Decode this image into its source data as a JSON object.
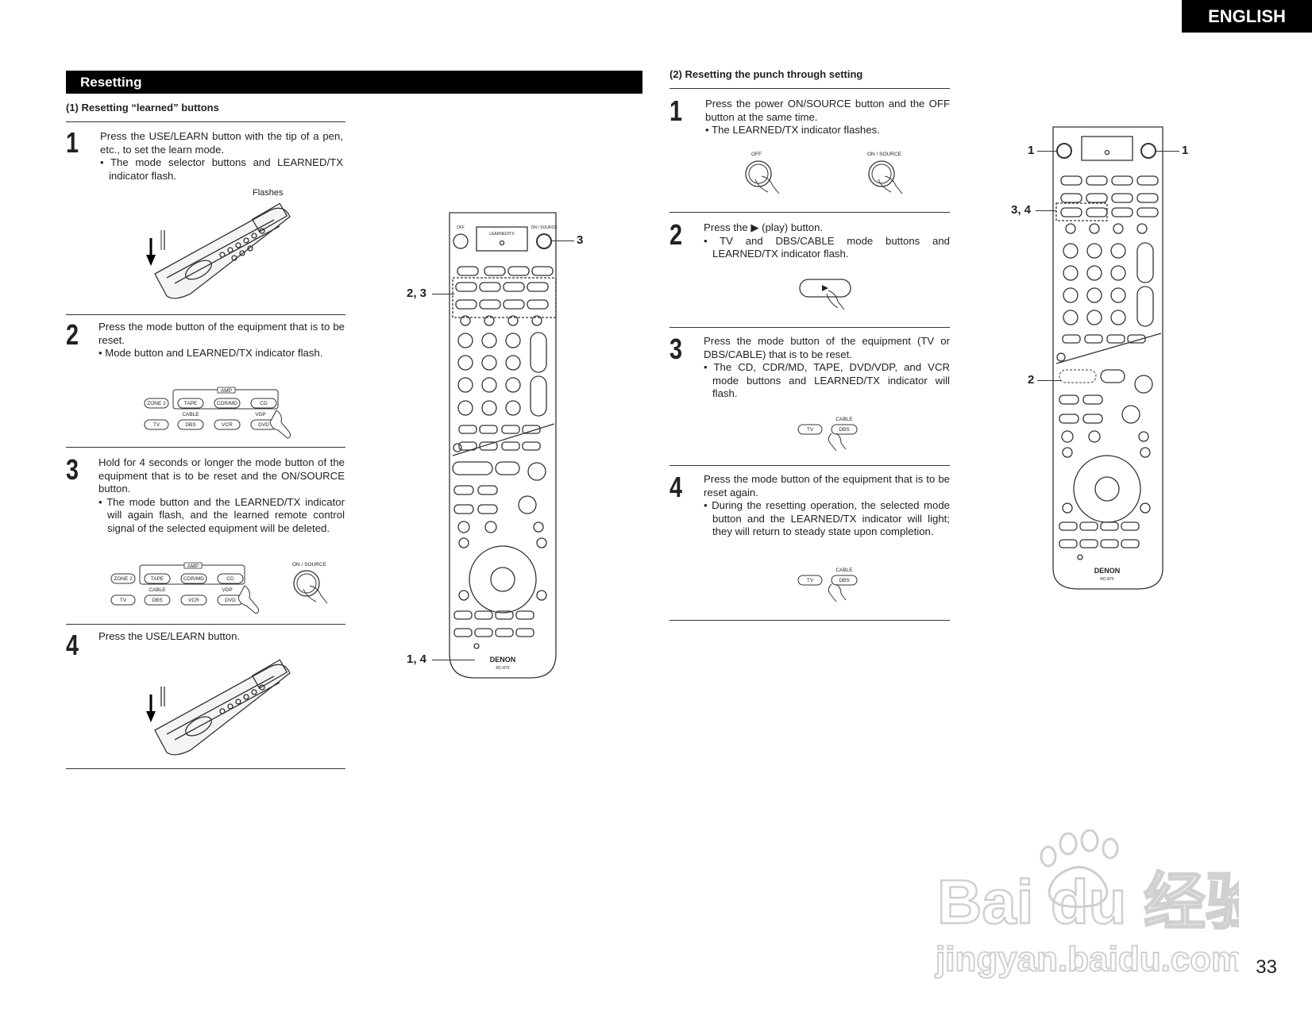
{
  "header": {
    "language_tab": "ENGLISH"
  },
  "section": {
    "title": "Resetting"
  },
  "left": {
    "subheading": "(1) Resetting “learned” buttons",
    "steps": [
      {
        "num": "1",
        "text": "Press the USE/LEARN button with the tip of a pen, etc., to set the learn mode.",
        "bullet": "• The mode selector buttons and LEARNED/TX indicator flash."
      },
      {
        "num": "2",
        "text": "Press the mode button of the equipment that is to be reset.",
        "bullet": "• Mode button and LEARNED/TX indicator flash."
      },
      {
        "num": "3",
        "text": "Hold for 4 seconds or longer the mode button of the equipment that is to be reset and the ON/SOURCE button.",
        "bullet": "• The mode button and the LEARNED/TX indicator will again flash, and the learned remote control signal of the selected equipment will be deleted."
      },
      {
        "num": "4",
        "text": "Press the USE/LEARN button.",
        "bullet": ""
      }
    ],
    "flashes_label": "Flashes",
    "mode_panel": {
      "amp": "AMP",
      "cable": "CABLE",
      "vdp": "VDP",
      "row1": [
        "ZONE 2",
        "TAPE",
        "CDR/MD",
        "CD"
      ],
      "row2": [
        "TV",
        "DBS",
        "VCR",
        "DVD"
      ]
    },
    "on_source_label": "ON / SOURCE"
  },
  "center_remote": {
    "callouts": [
      "3",
      "2, 3",
      "1, 4"
    ],
    "brand": "DENON",
    "model": "RC-875",
    "off_label": "OFF",
    "on_source_label": "ON / SOURCE",
    "learned_label": "LEARNED/TX"
  },
  "right": {
    "subheading": "(2) Resetting the punch through setting",
    "steps": [
      {
        "num": "1",
        "text": "Press the power ON/SOURCE button and the OFF button at the same time.",
        "bullet": "• The LEARNED/TX indicator flashes."
      },
      {
        "num": "2",
        "text": "Press the ▶ (play) button.",
        "bullet": "• TV and DBS/CABLE mode buttons and LEARNED/TX indicator flash."
      },
      {
        "num": "3",
        "text": "Press the mode button of the equipment (TV or DBS/CABLE) that is to be reset.",
        "bullet": "• The CD, CDR/MD, TAPE, DVD/VDP, and VCR mode buttons and LEARNED/TX indicator will flash."
      },
      {
        "num": "4",
        "text": "Press the mode button of the equipment that is to be reset again.",
        "bullet": "• During the resetting operation, the selected mode button and the LEARNED/TX indicator will light; they will return to steady state upon completion."
      }
    ],
    "off_label": "OFF",
    "on_source_label": "ON / SOURCE",
    "tv_label": "TV",
    "dbs_label": "DBS",
    "cable_label": "CABLE"
  },
  "right_remote": {
    "callouts": [
      "1",
      "1",
      "3, 4",
      "2"
    ],
    "brand": "DENON",
    "model": "RC-875"
  },
  "footer": {
    "page_number": "33"
  },
  "watermark": {
    "brand": "Bai du 经验",
    "url": "jingyan.baidu.com"
  }
}
